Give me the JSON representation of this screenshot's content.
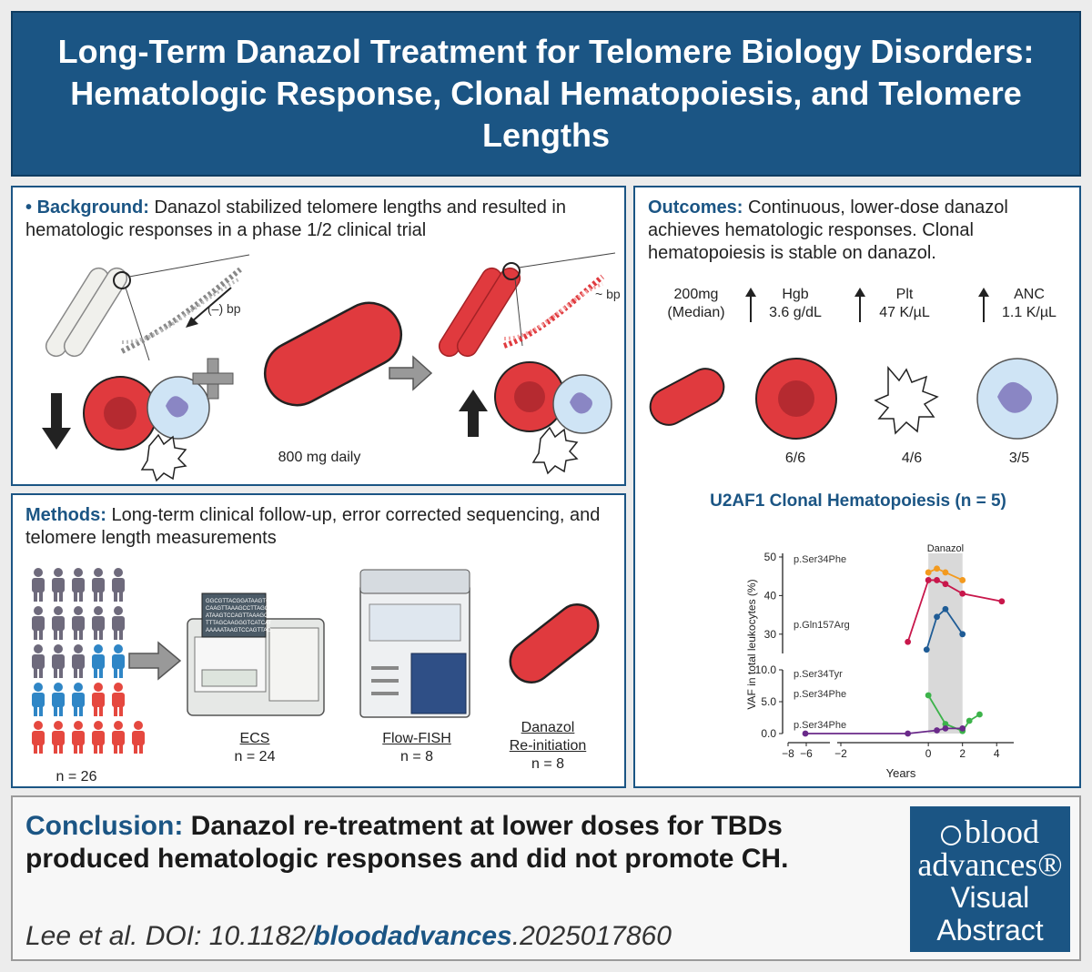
{
  "title": "Long-Term Danazol Treatment for Telomere Biology Disorders: Hematologic Response, Clonal Hematopoiesis, and Telomere Lengths",
  "background": {
    "label": "Background:",
    "text": "Danazol stabilized telomere lengths and resulted in hematologic responses in a phase 1/2 clinical trial",
    "bp_before": "(–) bp",
    "bp_after": "~ bp",
    "dose": "800 mg daily"
  },
  "methods": {
    "label": "Methods:",
    "text": "Long-term clinical follow-up, error corrected sequencing, and telomere length measurements",
    "cohort": "n = 26",
    "ecs_label": "ECS",
    "ecs_n": "n = 24",
    "flow_label": "Flow-FISH",
    "flow_n": "n = 8",
    "reinit_label1": "Danazol",
    "reinit_label2": "Re-initiation",
    "reinit_n": "n = 8",
    "sequence_text": [
      "GGCGTTACGGATAAGTC",
      "CAAGTTAAAGCCTTAGCA",
      "ATAAGTCCAGTTAAAGCC",
      "TTTAGCAAGGGTCATCAT",
      "AAAAATAAGTCCAGTTAC"
    ]
  },
  "outcomes": {
    "label": "Outcomes:",
    "text": "Continuous, lower-dose danazol achieves hematologic responses. Clonal hematopoiesis is stable on danazol.",
    "dose_value": "200mg",
    "dose_note": "(Median)",
    "hgb_name": "Hgb",
    "hgb_value": "3.6 g/dL",
    "hgb_ratio": "6/6",
    "plt_name": "Plt",
    "plt_value": "47 K/µL",
    "plt_ratio": "4/6",
    "anc_name": "ANC",
    "anc_value": "1.1 K/µL",
    "anc_ratio": "3/5"
  },
  "chart_data": {
    "type": "line",
    "title": "U2AF1 Clonal Hematopoiesis (n = 5)",
    "xlabel": "Years",
    "ylabel": "VAF in total leukocytes (%)",
    "xlim": [
      -8,
      5
    ],
    "x_ticks": [
      "−8",
      "−6",
      "−2",
      "0",
      "2",
      "4"
    ],
    "ylim_lower": [
      0,
      10
    ],
    "ylim_upper": [
      25,
      50
    ],
    "y_ticks_lower": [
      "0.0",
      "5.0",
      "10.0"
    ],
    "y_ticks_upper": [
      "30",
      "40",
      "50"
    ],
    "shaded_region": {
      "label": "Danazol",
      "x": [
        0,
        2
      ]
    },
    "series": [
      {
        "name": "p.Ser34Phe",
        "color": "#f39a1e",
        "x": [
          0,
          0.5,
          1,
          2
        ],
        "y": [
          46,
          47,
          46,
          44
        ]
      },
      {
        "name": "",
        "color": "#c8174b",
        "x": [
          -1.2,
          0,
          0.5,
          1,
          2,
          4.3
        ],
        "y": [
          28,
          44,
          44,
          43,
          40.5,
          38.5
        ]
      },
      {
        "name": "p.Gln157Arg",
        "color": "#1f5c96",
        "x": [
          -0.1,
          0.5,
          1,
          2
        ],
        "y": [
          26,
          34.5,
          36.5,
          30
        ]
      },
      {
        "name": "p.Ser34Phe",
        "color": "#3cb34a",
        "x": [
          0,
          1,
          2,
          2.4,
          3
        ],
        "y": [
          6,
          1.5,
          0.4,
          2,
          3
        ]
      },
      {
        "name": "p.Ser34Phe",
        "color": "#6a2a8a",
        "x": [
          -7.2,
          -1.2,
          0.5,
          1,
          2
        ],
        "y": [
          0,
          0,
          0.5,
          0.8,
          0.8
        ]
      }
    ],
    "extra_labels": [
      "p.Ser34Tyr"
    ]
  },
  "conclusion": {
    "label": "Conclusion:",
    "text": "Danazol re-treatment at lower doses for TBDs produced hematologic responses and did not promote CH.",
    "doi_prefix": "Lee et al. DOI: 10.1182/",
    "doi_bold": "bloodadvances",
    "doi_suffix": ".2025017860"
  },
  "badge": {
    "line1": "blood",
    "line2": "advances®",
    "line3": "Visual",
    "line4": "Abstract"
  },
  "colors": {
    "brand": "#1b5584",
    "red": "#e03a3e",
    "people_gray": "#6e6a7c",
    "people_blue": "#2f86c6",
    "people_red": "#e5483f"
  }
}
